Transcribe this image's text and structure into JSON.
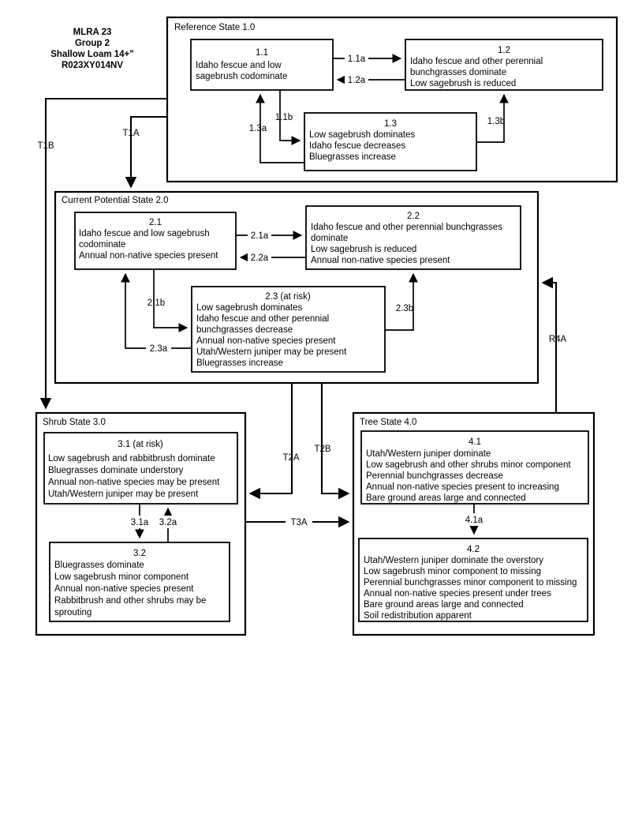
{
  "header": {
    "lines": [
      "MLRA 23",
      "Group 2",
      "Shallow Loam 14+\"",
      "R023XY014NV"
    ]
  },
  "states": [
    {
      "id": "state-1",
      "label": "Reference State 1.0",
      "phases": [
        {
          "id": "phase-1-1",
          "number": "1.1",
          "lines": [
            "Idaho fescue and low",
            "sagebrush codominate"
          ]
        },
        {
          "id": "phase-1-2",
          "number": "1.2",
          "lines": [
            "Idaho fescue and other perennial",
            "bunchgrasses dominate",
            "Low sagebrush is reduced"
          ]
        },
        {
          "id": "phase-1-3",
          "number": "1.3",
          "lines": [
            "Low sagebrush dominates",
            "Idaho fescue decreases",
            "Bluegrasses increase"
          ]
        }
      ]
    },
    {
      "id": "state-2",
      "label": "Current Potential State 2.0",
      "phases": [
        {
          "id": "phase-2-1",
          "number": "2.1",
          "lines": [
            "Idaho fescue and low sagebrush",
            "codominate",
            "Annual non-native species present"
          ]
        },
        {
          "id": "phase-2-2",
          "number": "2.2",
          "lines": [
            "Idaho fescue and other perennial bunchgrasses",
            "dominate",
            "Low sagebrush is reduced",
            "Annual non-native species present"
          ]
        },
        {
          "id": "phase-2-3",
          "number": "2.3 (at risk)",
          "lines": [
            "Low sagebrush dominates",
            "Idaho fescue and other perennial",
            "bunchgrasses decrease",
            "Annual non-native species present",
            "Utah/Western juniper may be present",
            "Bluegrasses increase"
          ]
        }
      ]
    },
    {
      "id": "state-3",
      "label": "Shrub State 3.0",
      "phases": [
        {
          "id": "phase-3-1",
          "number": "3.1 (at risk)",
          "lines": [
            "Low sagebrush and rabbitbrush dominate",
            "Bluegrasses dominate understory",
            "Annual non-native species may be present",
            "Utah/Western juniper may be present"
          ]
        },
        {
          "id": "phase-3-2",
          "number": "3.2",
          "lines": [
            "Bluegrasses dominate",
            "Low sagebrush minor component",
            "Annual non-native species present",
            "Rabbitbrush and other shrubs may be",
            "sprouting"
          ]
        }
      ]
    },
    {
      "id": "state-4",
      "label": "Tree State 4.0",
      "phases": [
        {
          "id": "phase-4-1",
          "number": "4.1",
          "lines": [
            "Utah/Western juniper dominate",
            "Low sagebrush and other shrubs minor component",
            "Perennial bunchgrasses decrease",
            "Annual non-native species present to increasing",
            "Bare ground areas large and connected"
          ]
        },
        {
          "id": "phase-4-2",
          "number": "4.2",
          "lines": [
            "Utah/Western juniper dominate the overstory",
            "Low sagebrush minor component to missing",
            "Perennial bunchgrasses minor component to missing",
            "Annual non-native species present under trees",
            "Bare ground areas large and connected",
            "Soil redistribution apparent"
          ]
        }
      ]
    }
  ],
  "pathways": {
    "p_1_1a": "1.1a",
    "p_1_2a": "1.2a",
    "p_1_1b": "1.1b",
    "p_1_3a": "1.3a",
    "p_1_3b": "1.3b",
    "p_2_1a": "2.1a",
    "p_2_2a": "2.2a",
    "p_2_1b": "2.1b",
    "p_2_3a": "2.3a",
    "p_2_3b": "2.3b",
    "p_3_1a": "3.1a",
    "p_3_2a": "3.2a",
    "p_4_1a": "4.1a"
  },
  "transitions": {
    "t1a": "T1A",
    "t1b": "T1B",
    "t2a": "T2A",
    "t2b": "T2B",
    "t3a": "T3A",
    "r4a": "R4A"
  },
  "colors": {
    "background": "#ffffff",
    "stroke": "#000000",
    "text": "#000000"
  }
}
